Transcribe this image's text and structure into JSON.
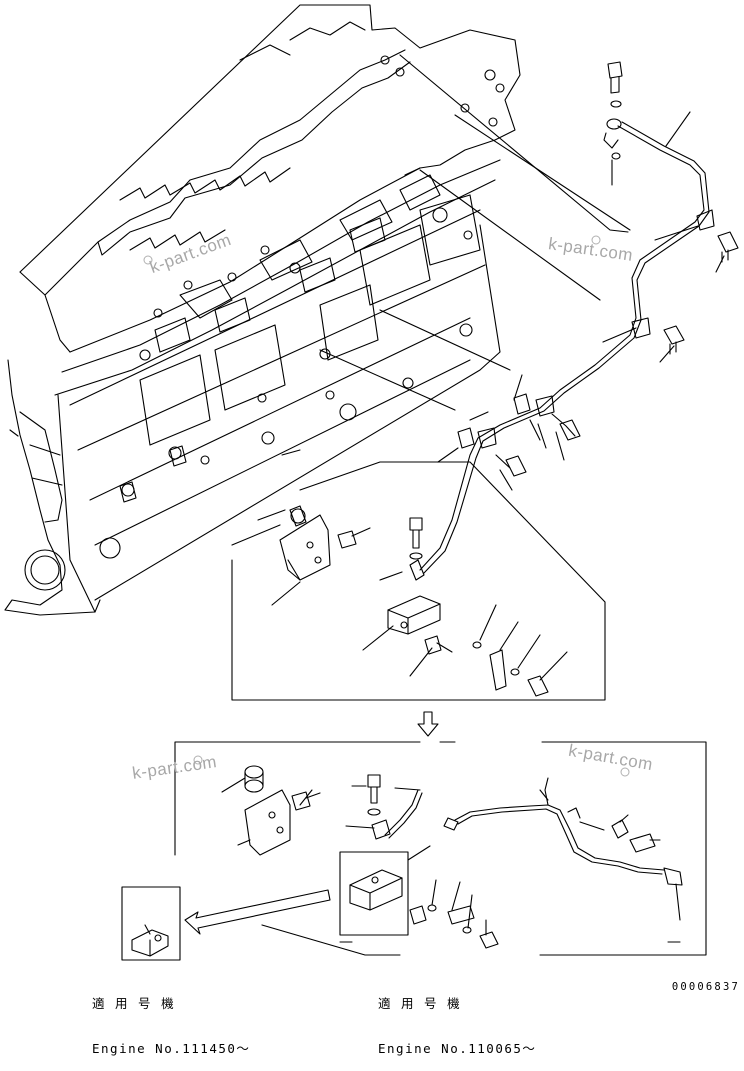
{
  "watermarks": [
    "k-part.com",
    "k-part.com",
    "k-part.com",
    "k-part.com"
  ],
  "captions": {
    "left": {
      "jp": "適 用 号 機",
      "engine": "Engine No.111450～"
    },
    "right": {
      "jp": "適 用 号 機",
      "engine": "Engine No.110065～"
    }
  },
  "document_number": "00006837"
}
